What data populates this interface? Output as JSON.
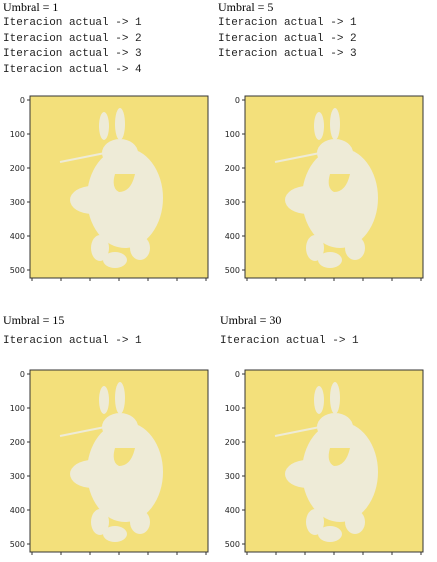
{
  "colors": {
    "background": "#f3e07b",
    "subject": "#eeebd7",
    "frame": "#333333"
  },
  "y_ticks": [
    "0",
    "100",
    "200",
    "300",
    "400",
    "500"
  ],
  "panels": [
    {
      "title": "Umbral = 1",
      "lines": [
        "Iteracion actual -> 1",
        "Iteracion actual -> 2",
        "Iteracion actual -> 3",
        "Iteracion actual -> 4"
      ]
    },
    {
      "title": "Umbral = 5",
      "lines": [
        "",
        "Iteracion actual -> 1",
        "Iteracion actual -> 2",
        "Iteracion actual -> 3"
      ]
    },
    {
      "title": "Umbral = 15",
      "lines": [
        "Iteracion actual -> 1"
      ]
    },
    {
      "title": "Umbral = 30",
      "lines": [
        "Iteracion actual -> 1"
      ]
    }
  ]
}
